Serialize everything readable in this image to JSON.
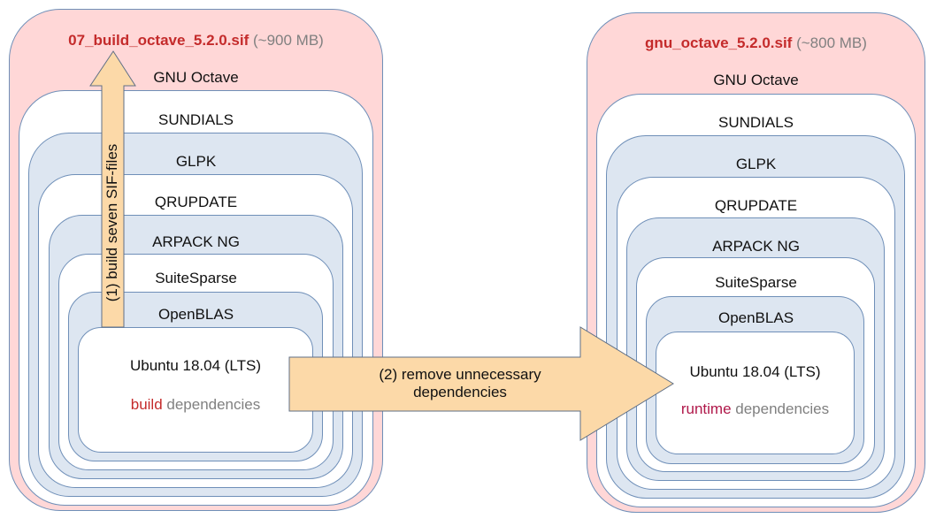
{
  "left_image": {
    "name": "07_build_octave_5.2.0.sif",
    "size": "(~900 MB)",
    "layers": [
      "GNU Octave",
      "SUNDIALS",
      "GLPK",
      "QRUPDATE",
      "ARPACK NG",
      "SuiteSparse",
      "OpenBLAS",
      "Ubuntu 18.04 (LTS)"
    ],
    "deps_keyword": "build",
    "deps_rest": " dependencies"
  },
  "right_image": {
    "name": "gnu_octave_5.2.0.sif",
    "size": "(~800 MB)",
    "layers": [
      "GNU Octave",
      "SUNDIALS",
      "GLPK",
      "QRUPDATE",
      "ARPACK NG",
      "SuiteSparse",
      "OpenBLAS",
      "Ubuntu 18.04 (LTS)"
    ],
    "deps_keyword": "runtime",
    "deps_rest": " dependencies"
  },
  "arrow_up": {
    "label": "(1) build seven SIF-files"
  },
  "arrow_right": {
    "line1": "(2) remove unnecessary",
    "line2": "dependencies"
  },
  "colors": {
    "outer": "#ffd7d7",
    "layer_blue": "#dde6f1",
    "layer_white": "#ffffff",
    "border": "#6f8fb8",
    "arrow_fill": "#fcd9a8",
    "title_red": "#c42b2b",
    "muted_gray": "#808080"
  }
}
